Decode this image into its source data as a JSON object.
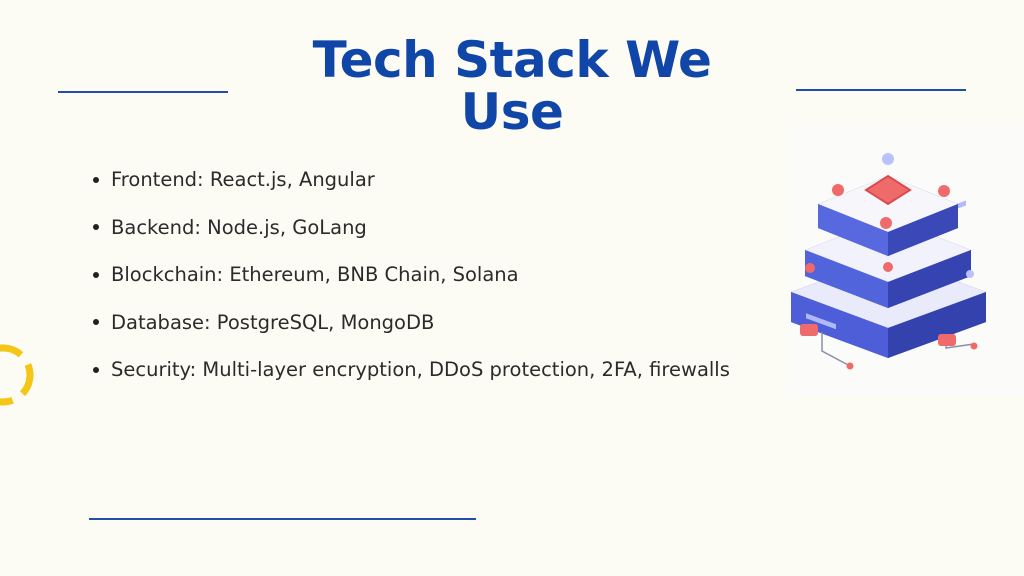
{
  "slide": {
    "title": "Tech Stack We Use",
    "bullets": [
      {
        "label": "Frontend: React.js, Angular"
      },
      {
        "label": "Backend: Node.js, GoLang"
      },
      {
        "label": "Blockchain: Ethereum, BNB Chain, Solana"
      },
      {
        "label": "Database: PostgreSQL, MongoDB"
      },
      {
        "label": "Security: Multi-layer encryption, DDoS protection, 2FA, firewalls"
      }
    ]
  },
  "illustration": {
    "icon": "server-stack-icon"
  },
  "decoration": {
    "icon": "dashed-ring-icon"
  },
  "colors": {
    "background": "#fdfcf4",
    "title": "#0f46a8",
    "accent_line": "#1f4fa8",
    "ring": "#f5c518",
    "server_blue": "#4a5bd6",
    "server_red": "#e85a5a"
  }
}
